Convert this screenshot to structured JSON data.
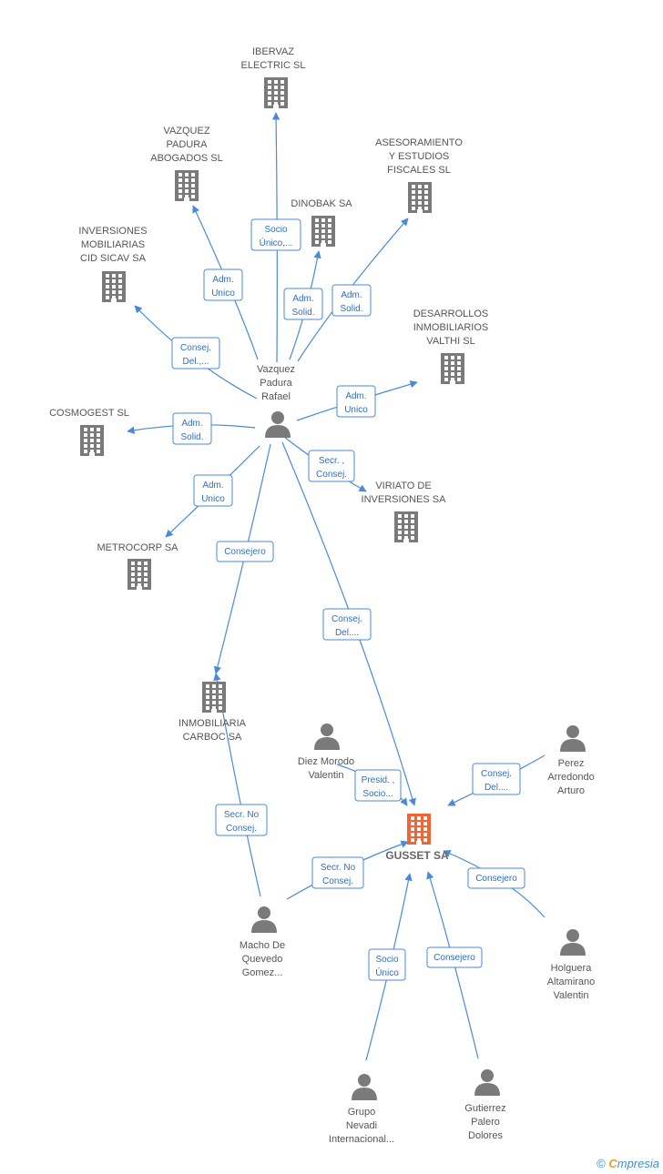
{
  "nodes": [
    {
      "id": "ibervaz",
      "type": "company",
      "lines": [
        "IBERVAZ",
        "ELECTRIC  SL"
      ]
    },
    {
      "id": "vazquez-abogados",
      "type": "company",
      "lines": [
        "VAZQUEZ",
        "PADURA",
        "ABOGADOS SL"
      ]
    },
    {
      "id": "asesoramiento",
      "type": "company",
      "lines": [
        "ASESORAMIENTO",
        "Y ESTUDIOS",
        "FISCALES SL"
      ]
    },
    {
      "id": "dinobak",
      "type": "company",
      "lines": [
        "DINOBAK SA"
      ]
    },
    {
      "id": "inversiones-mob",
      "type": "company",
      "lines": [
        "INVERSIONES",
        "MOBILIARIAS",
        "CID SICAV SA"
      ]
    },
    {
      "id": "desarrollos",
      "type": "company",
      "lines": [
        "DESARROLLOS",
        "INMOBILIARIOS",
        "VALTHI SL"
      ]
    },
    {
      "id": "cosmogest",
      "type": "company",
      "lines": [
        "COSMOGEST SL"
      ]
    },
    {
      "id": "viriato",
      "type": "company",
      "lines": [
        "VIRIATO DE",
        "INVERSIONES SA"
      ]
    },
    {
      "id": "metrocorp",
      "type": "company",
      "lines": [
        "METROCORP SA"
      ]
    },
    {
      "id": "carboc",
      "type": "company",
      "lines": [
        "INMOBILIARIA",
        "CARBOC SA"
      ]
    },
    {
      "id": "gusset",
      "type": "company",
      "main": true,
      "lines": [
        "GUSSET SA"
      ]
    },
    {
      "id": "vazquez-rafael",
      "type": "person",
      "lines": [
        "Vazquez",
        "Padura",
        "Rafael"
      ]
    },
    {
      "id": "diez",
      "type": "person",
      "lines": [
        "Diez Morodo",
        "Valentin"
      ]
    },
    {
      "id": "perez",
      "type": "person",
      "lines": [
        "Perez",
        "Arredondo",
        "Arturo"
      ]
    },
    {
      "id": "macho",
      "type": "person",
      "lines": [
        "Macho De",
        "Quevedo",
        "Gomez..."
      ]
    },
    {
      "id": "holguera",
      "type": "person",
      "lines": [
        "Holguera",
        "Altamirano",
        "Valentin"
      ]
    },
    {
      "id": "grupo-nevadi",
      "type": "person",
      "lines": [
        "Grupo",
        "Nevadi",
        "Internacional..."
      ]
    },
    {
      "id": "gutierrez",
      "type": "person",
      "lines": [
        "Gutierrez",
        "Palero",
        "Dolores"
      ]
    }
  ],
  "edges": [
    {
      "from": "vazquez-rafael",
      "to": "ibervaz",
      "label": [
        "Socio",
        "Único,..."
      ]
    },
    {
      "from": "vazquez-rafael",
      "to": "vazquez-abogados",
      "label": [
        "Adm.",
        "Unico"
      ]
    },
    {
      "from": "vazquez-rafael",
      "to": "dinobak",
      "label": [
        "Adm.",
        "Solid."
      ]
    },
    {
      "from": "vazquez-rafael",
      "to": "asesoramiento",
      "label": [
        "Adm.",
        "Solid."
      ]
    },
    {
      "from": "vazquez-rafael",
      "to": "inversiones-mob",
      "label": [
        "Consej.",
        "Del.,..."
      ]
    },
    {
      "from": "vazquez-rafael",
      "to": "desarrollos",
      "label": [
        "Adm.",
        "Unico"
      ]
    },
    {
      "from": "vazquez-rafael",
      "to": "cosmogest",
      "label": [
        "Adm.",
        "Solid."
      ]
    },
    {
      "from": "vazquez-rafael",
      "to": "viriato",
      "label": [
        "Secr. ,",
        "Consej."
      ]
    },
    {
      "from": "vazquez-rafael",
      "to": "metrocorp",
      "label": [
        "Adm.",
        "Unico"
      ]
    },
    {
      "from": "vazquez-rafael",
      "to": "carboc",
      "label": [
        "Consejero"
      ]
    },
    {
      "from": "vazquez-rafael",
      "to": "gusset",
      "label": [
        "Consej.",
        "Del...."
      ]
    },
    {
      "from": "diez",
      "to": "gusset",
      "label": [
        "Presid. ,",
        "Socio..."
      ]
    },
    {
      "from": "perez",
      "to": "gusset",
      "label": [
        "Consej.",
        "Del...."
      ]
    },
    {
      "from": "macho",
      "to": "carboc",
      "label": [
        "Secr.  No",
        "Consej."
      ]
    },
    {
      "from": "macho",
      "to": "gusset",
      "label": [
        "Secr.  No",
        "Consej."
      ]
    },
    {
      "from": "holguera",
      "to": "gusset",
      "label": [
        "Consejero"
      ]
    },
    {
      "from": "grupo-nevadi",
      "to": "gusset",
      "label": [
        "Socio",
        "Único"
      ]
    },
    {
      "from": "gutierrez",
      "to": "gusset",
      "label": [
        "Consejero"
      ]
    }
  ],
  "footer": {
    "copyright": "©",
    "brand_first": "C",
    "brand_rest": "mpresia"
  },
  "colors": {
    "edge": "#4a8ad8",
    "icon": "#7a7a7a",
    "main_icon": "#f26433"
  }
}
